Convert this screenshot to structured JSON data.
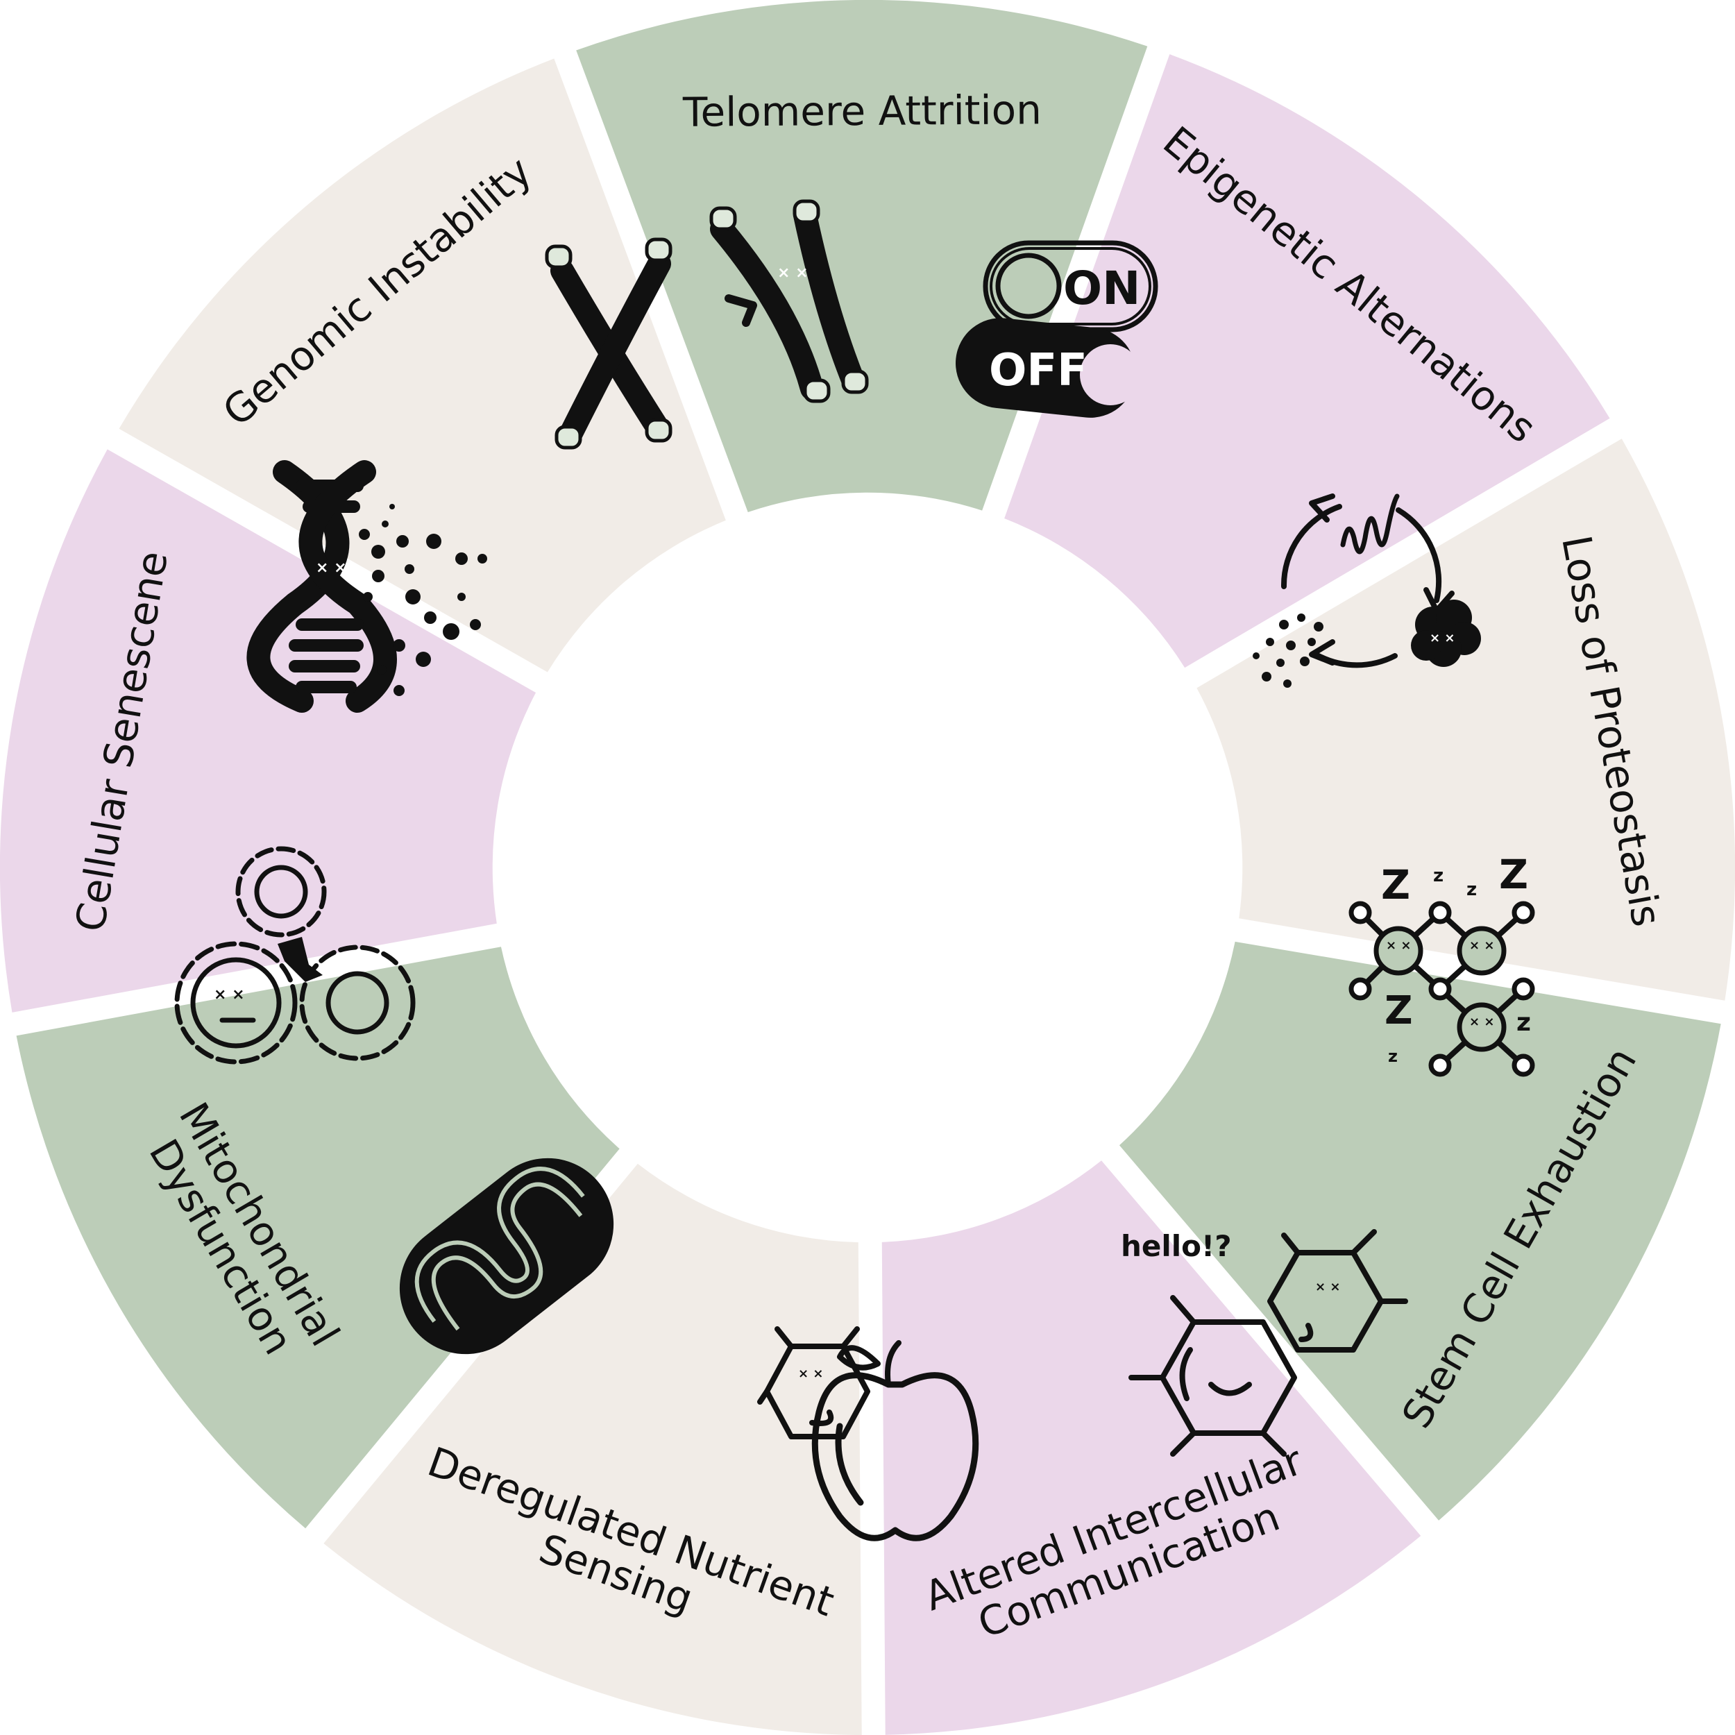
{
  "colors": {
    "green": "#bccdb8",
    "pink": "#ebd7ea",
    "beige": "#f1ece7",
    "ink": "#111111"
  },
  "segments": [
    {
      "id": "telomere",
      "label_lines": [
        "Telomere Attrition"
      ],
      "color": "green",
      "icon": "chromosome-icon"
    },
    {
      "id": "epigenetic",
      "label_lines": [
        "Epigenetic Alternations"
      ],
      "color": "pink",
      "icon": "on-off-toggle-icon"
    },
    {
      "id": "proteostasis",
      "label_lines": [
        "Loss of Proteostasis"
      ],
      "color": "beige",
      "icon": "protein-cycle-icon"
    },
    {
      "id": "stemcell",
      "label_lines": [
        "Stem Cell Exhaustion"
      ],
      "color": "green",
      "icon": "sleeping-cells-icon"
    },
    {
      "id": "intercellular",
      "label_lines": [
        "Altered Intercellular",
        "Communication"
      ],
      "color": "pink",
      "icon": "talking-cells-icon"
    },
    {
      "id": "nutrient",
      "label_lines": [
        "Deregulated Nutrient",
        "Sensing"
      ],
      "color": "beige",
      "icon": "apple-cell-icon"
    },
    {
      "id": "mito",
      "label_lines": [
        "Mitochondrial",
        "Dysfunction"
      ],
      "color": "green",
      "icon": "mitochondrion-icon"
    },
    {
      "id": "senescence",
      "label_lines": [
        "Cellular Senescene"
      ],
      "color": "pink",
      "icon": "broken-gears-icon"
    },
    {
      "id": "genomic",
      "label_lines": [
        "Genomic Instability"
      ],
      "color": "beige",
      "icon": "dna-helix-icon"
    }
  ],
  "icons": {
    "toggle_on": "ON",
    "toggle_off": "OFF",
    "speech": "hello!?",
    "sleep_big": "Z",
    "sleep_small": "z"
  }
}
